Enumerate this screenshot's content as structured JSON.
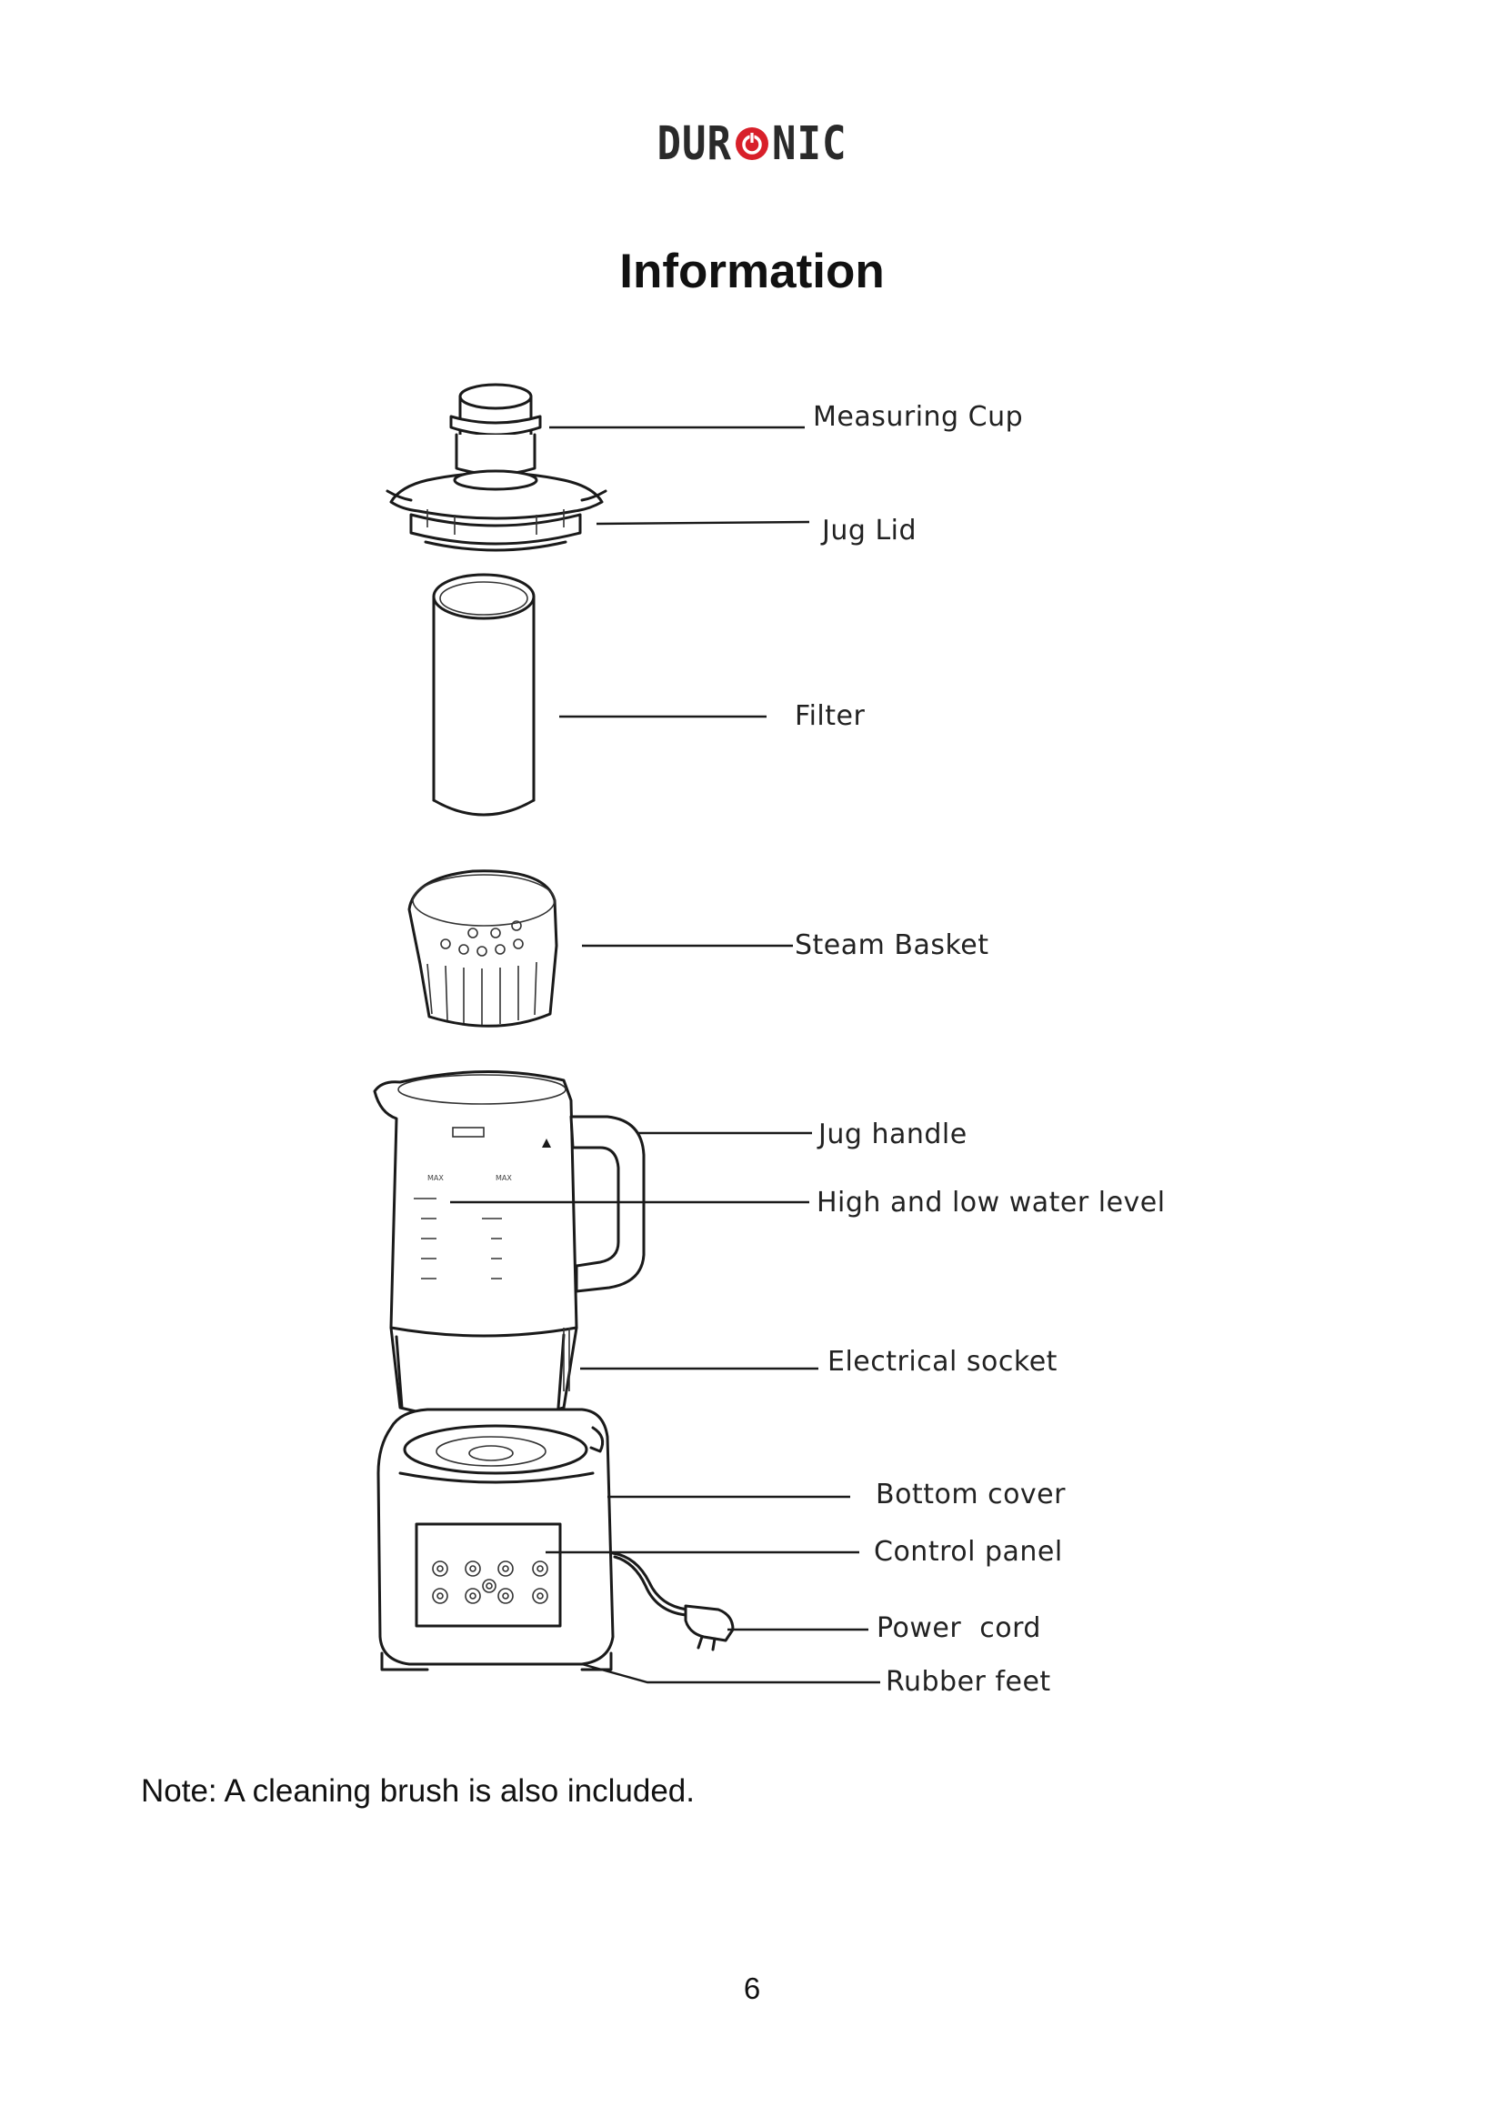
{
  "header": {
    "brand_part1": "DUR",
    "brand_part2": "NIC",
    "brand_accent": "#d8202a"
  },
  "title": "Information",
  "diagram": {
    "labels": {
      "measuring_cup": "Measuring Cup",
      "jug_lid": "Jug Lid",
      "filter": "Filter",
      "steam_basket": "Steam Basket",
      "jug_handle": "Jug handle",
      "water_level": "High and low water level",
      "electrical_socket": "Electrical socket",
      "bottom_cover": "Bottom cover",
      "control_panel": "Control panel",
      "power_cord": "Power  cord",
      "rubber_feet": "Rubber feet"
    }
  },
  "note": "Note: A cleaning brush is also included.",
  "page_number": "6"
}
